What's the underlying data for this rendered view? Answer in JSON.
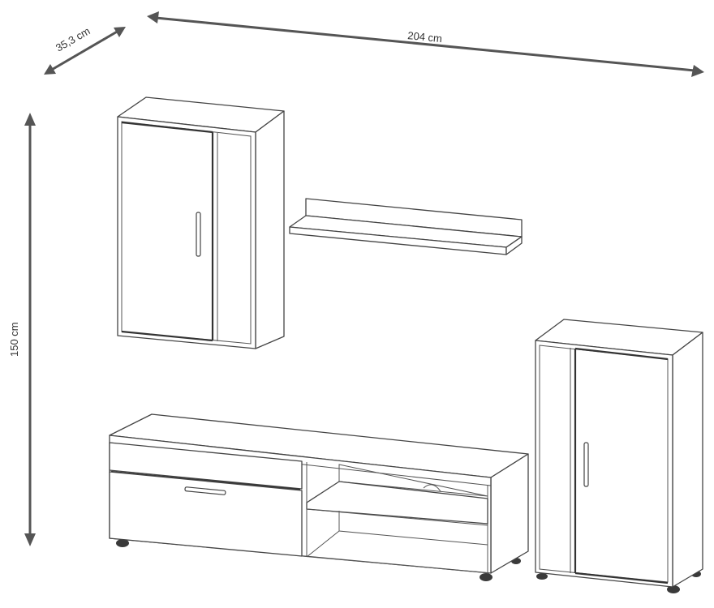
{
  "dimensions": {
    "width": "204 cm",
    "depth": "35,3 cm",
    "height": "150 cm"
  },
  "colors": {
    "line": "#444444",
    "arrow": "#555555",
    "label": "#333333",
    "background": "#ffffff"
  }
}
